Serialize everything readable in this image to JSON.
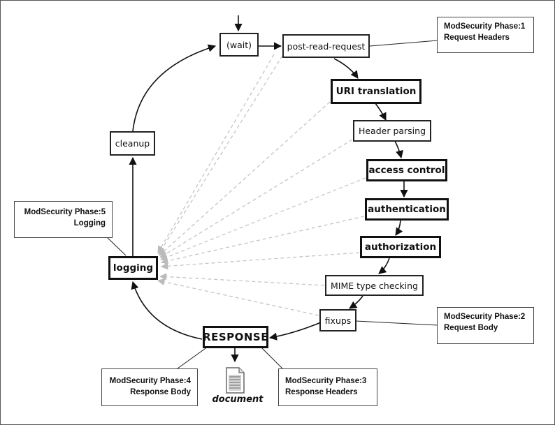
{
  "nodes": {
    "wait": "(wait)",
    "post_read_request": "post-read-request",
    "uri_translation": "URI translation",
    "header_parsing": "Header parsing",
    "access_control": "access control",
    "authentication": "authentication",
    "authorization": "authorization",
    "mime_type_checking": "MIME type checking",
    "fixups": "fixups",
    "response": "RESPONSE",
    "logging": "logging",
    "cleanup": "cleanup"
  },
  "document_label": "document",
  "notes": {
    "phase1": {
      "title": "ModSecurity Phase:1",
      "subtitle": "Request Headers"
    },
    "phase2": {
      "title": "ModSecurity Phase:2",
      "subtitle": "Request Body"
    },
    "phase3": {
      "title": "ModSecurity Phase:3",
      "subtitle": "Response Headers"
    },
    "phase4": {
      "title": "ModSecurity Phase:4",
      "subtitle": "Response Body"
    },
    "phase5": {
      "title": "ModSecurity Phase:5",
      "subtitle": "Logging"
    }
  }
}
